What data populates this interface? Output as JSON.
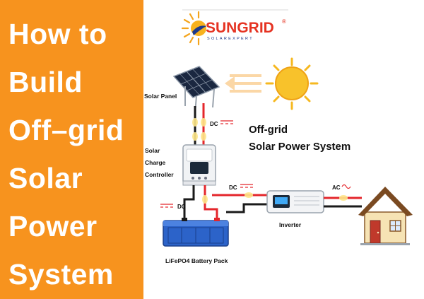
{
  "headline": {
    "lines": [
      "How to",
      "Build",
      "Off–grid",
      "Solar",
      "Power",
      "System"
    ]
  },
  "logo": {
    "name": "SUNGRID",
    "registered": "®",
    "tagline": "SOLAREXPERT"
  },
  "diagram": {
    "title_line1": "Off-grid",
    "title_line2": "Solar Power System",
    "labels": {
      "solar_panel": "Solar Panel",
      "controller_line1": "Solar",
      "controller_line2": "Charge",
      "controller_line3": "Controller",
      "battery": "LiFePO4 Battery Pack",
      "inverter": "Inverter"
    },
    "current_tags": {
      "dc_panel": "DC",
      "dc_battery": "DC",
      "dc_inverter": "DC",
      "ac_house": "AC"
    }
  },
  "colors": {
    "orange": "#f7931e",
    "wire_red": "#e4262b",
    "wire_black": "#1a1a1a",
    "fuse_yellow": "#fde68a",
    "arrow_peach": "#fbd7a6",
    "sun": "#f6b820"
  },
  "icons": [
    "sun-icon",
    "solar-panel-icon",
    "charge-controller-icon",
    "battery-icon",
    "inverter-icon",
    "house-icon"
  ]
}
